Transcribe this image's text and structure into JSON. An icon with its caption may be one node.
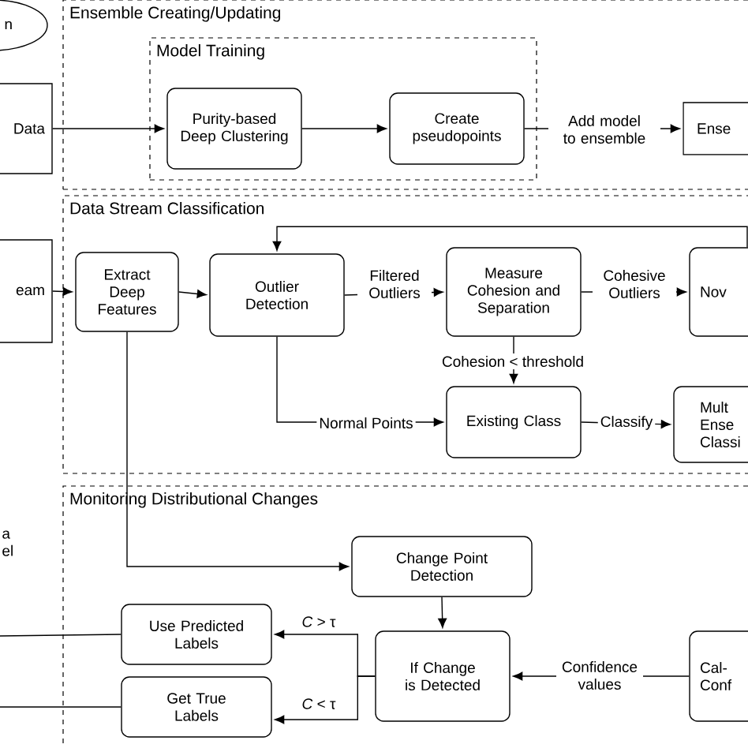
{
  "diagram": {
    "nodes": [
      {
        "text": [
          "n"
        ]
      },
      {
        "text": [
          "Data"
        ]
      },
      {
        "text": [
          "Ensemble Creating/Updating"
        ]
      },
      {
        "text": [
          "Model Training"
        ],
        "in": 2
      },
      {
        "text": [
          "Purity-based Deep Clustering"
        ],
        "in": 3
      },
      {
        "text": [
          "Create pseudopoints"
        ],
        "in": 3
      },
      {
        "text": [
          "Ense"
        ],
        "in": 2
      },
      {
        "text": [
          "eam"
        ]
      },
      {
        "text": [
          "Data Stream Classification"
        ]
      },
      {
        "text": [
          "Extract Deep Features"
        ],
        "in": 8
      },
      {
        "text": [
          "Outlier Detection"
        ],
        "in": 8
      },
      {
        "text": [
          "Measure Cohesion and Separation"
        ],
        "in": 8
      },
      {
        "text": [
          "Nov"
        ],
        "in": 8
      },
      {
        "text": [
          "Existing Class"
        ],
        "in": 8
      },
      {
        "text": [
          "Mult Ense Classi"
        ],
        "in": 8
      },
      {
        "text": [
          "Monitoring Distributional Changes"
        ]
      },
      {
        "text": [
          "Change Point Detection"
        ],
        "in": 15
      },
      {
        "text": [
          "If Change is Detected"
        ],
        "in": 15
      },
      {
        "text": [
          "Use Predicted Labels"
        ],
        "in": 15
      },
      {
        "text": [
          "Get True Labels"
        ],
        "in": 15
      },
      {
        "text": [
          "Cal- Conf"
        ],
        "in": 15
      }
    ],
    "edges": [
      {
        "from": 1,
        "to": 4,
        "arrow": "to"
      },
      {
        "from": 4,
        "to": 5,
        "arrow": "to"
      },
      {
        "from": 5,
        "to": 6,
        "arrow": "to",
        "label": "Add model to ensemble"
      },
      {
        "from": 7,
        "to": 9,
        "arrow": "to"
      },
      {
        "from": 9,
        "to": 10,
        "arrow": "to"
      },
      {
        "from": 10,
        "to": 11,
        "arrow": "to",
        "label": "Filtered Outliers"
      },
      {
        "from": 11,
        "to": 12,
        "arrow": "to",
        "label": "Cohesive Outliers"
      },
      {
        "from": 12,
        "to": 10,
        "arrow": "to"
      },
      {
        "from": 11,
        "to": 13,
        "arrow": "to",
        "label": "Cohesion < threshold"
      },
      {
        "from": 10,
        "to": 13,
        "arrow": "to",
        "label": "Normal Points"
      },
      {
        "from": 13,
        "to": 14,
        "arrow": "to",
        "label": "Classify"
      },
      {
        "from": 9,
        "to": 16,
        "arrow": "to"
      },
      {
        "from": 16,
        "to": 17,
        "arrow": "to"
      },
      {
        "from": 20,
        "to": 17,
        "arrow": "to",
        "label": "Confidence values"
      },
      {
        "from": 17,
        "to": 18,
        "arrow": "to",
        "label": "*C* > τ"
      },
      {
        "from": 17,
        "to": 19,
        "arrow": "to",
        "label": "*C* < τ"
      },
      {
        "from": 18,
        "to": null,
        "arrow": "none"
      },
      {
        "from": 19,
        "to": null,
        "arrow": "none"
      }
    ],
    "labels": [
      "a el"
    ]
  }
}
